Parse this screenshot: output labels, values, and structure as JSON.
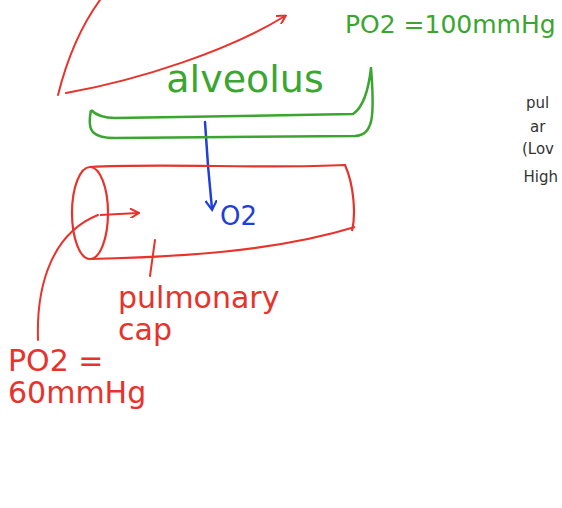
{
  "diagram": {
    "nodes": [
      {
        "text": [
          "alveolus"
        ]
      },
      {
        "text": [
          "O2"
        ]
      }
    ],
    "edges": [
      {
        "from": 0,
        "to": 1,
        "arrow": "to"
      }
    ],
    "labels": [
      "PO2 =100mmHg",
      "pulmonary cap",
      "PO2 = 60mmHg",
      "pul",
      "ar",
      "(Lov",
      "High"
    ]
  }
}
